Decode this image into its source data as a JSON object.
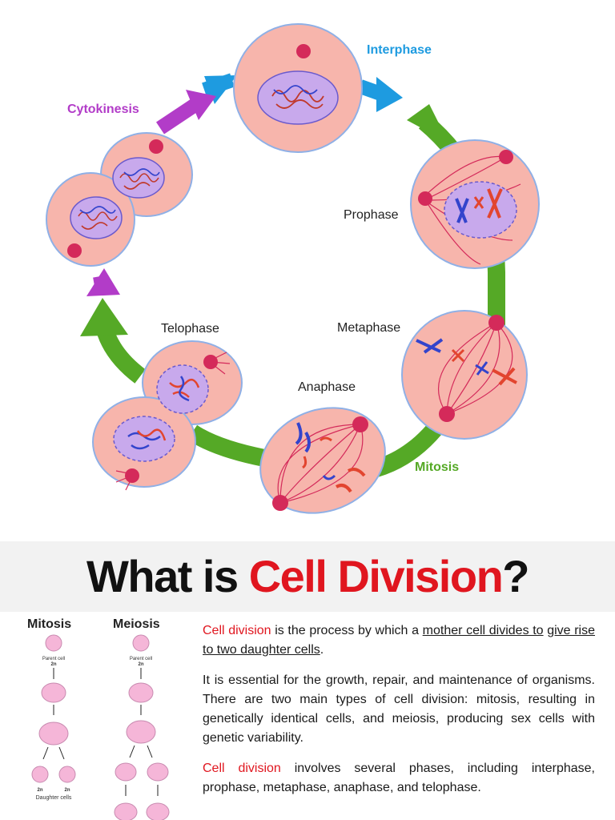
{
  "diagram": {
    "stages": {
      "interphase": "Interphase",
      "prophase": "Prophase",
      "metaphase": "Metaphase",
      "anaphase": "Anaphase",
      "telophase": "Telophase",
      "cytokinesis": "Cytokinesis",
      "mitosis": "Mitosis"
    },
    "colors": {
      "interphase_arrow": "#1e9be0",
      "cytokinesis_arrow": "#b23cc8",
      "mitosis_arrow": "#55a926",
      "cell_fill": "#f7b5ac",
      "nucleus_fill": "#c8a9ec",
      "spindle": "#d42a5a"
    }
  },
  "title": {
    "part1": "What is ",
    "part2": "Cell Division",
    "part3": "?"
  },
  "mini_diagram": {
    "mitosis_heading": "Mitosis",
    "meiosis_heading": "Meiosis",
    "parent_cell": "Parent cell",
    "ploidy_2n": "2n",
    "daughter_cells": "Daughter cells"
  },
  "content": {
    "p1_term": "Cell division",
    "p1_mid": " is the process by which a ",
    "p1_underlined_a": "mother cell divides to",
    "p1_underlined_b": "give rise to two daughter cells",
    "p1_end": ".",
    "p2": "It is essential for the growth, repair, and maintenance of organisms. There are two main types of cell division: mitosis, resulting in genetically identical cells, and meiosis, producing sex cells with genetic variability.",
    "p3_term": "Cell division",
    "p3_rest": " involves several phases, including interphase, prophase, metaphase, anaphase, and telophase."
  }
}
